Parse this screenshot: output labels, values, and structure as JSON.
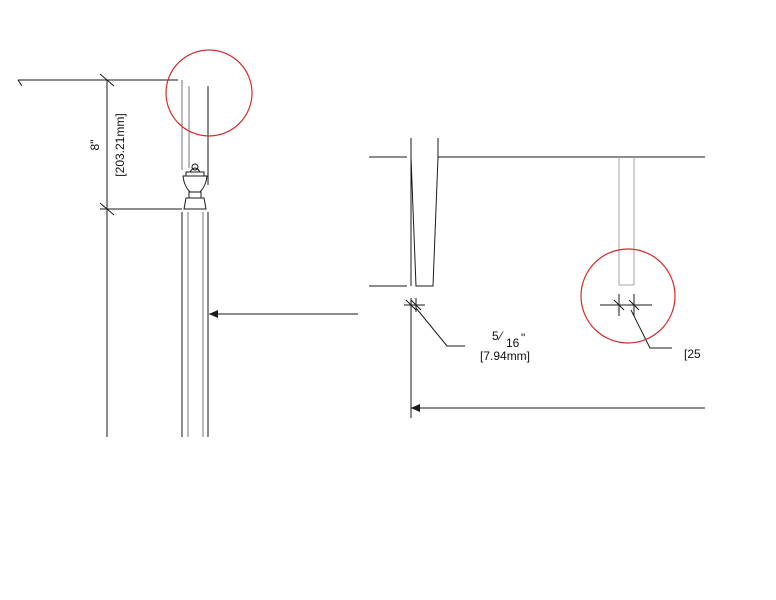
{
  "colors": {
    "line": "#1a1a1a",
    "callout": "#d62a2a",
    "background": "#ffffff"
  },
  "left_view": {
    "dim_vertical_imperial": "8\"",
    "dim_vertical_metric": "[203.21mm]"
  },
  "right_view": {
    "dim_width_whole": "5",
    "dim_width_numer": "⁄",
    "dim_width_denom": "16",
    "dim_width_unit": "\"",
    "dim_width_metric": "[7.94mm]",
    "dim_cut_metric": "[25"
  }
}
